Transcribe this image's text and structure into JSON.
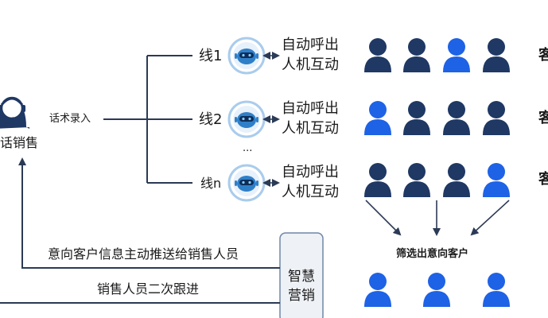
{
  "colors": {
    "person_dark": "#1f3864",
    "person_blue": "#1e62e6",
    "line": "#2b3a55",
    "robot_face": "#2f7fc8",
    "robot_ring": "#a9ccec",
    "box_fill": "#eef1f5",
    "box_border": "#6f87a8"
  },
  "agent": {
    "label": "话销售",
    "icon": "headset-agent-icon"
  },
  "script_input_label": "话术录入",
  "lines": [
    {
      "label": "线1",
      "action_line1": "自动呼出",
      "action_line2": "人机互动",
      "icon": "robot-icon",
      "customers": [
        "dark",
        "dark",
        "blue",
        "dark"
      ],
      "row_label": "客"
    },
    {
      "label": "线2",
      "action_line1": "自动呼出",
      "action_line2": "人机互动",
      "icon": "robot-icon",
      "customers": [
        "blue",
        "dark",
        "dark",
        "dark"
      ],
      "row_label": "客"
    },
    {
      "label": "线n",
      "action_line1": "自动呼出",
      "action_line2": "人机互动",
      "icon": "robot-icon",
      "customers": [
        "dark",
        "dark",
        "dark",
        "blue"
      ],
      "row_label": "客"
    }
  ],
  "ellipsis": "...",
  "filter_label": "筛选出意向客户",
  "intent_customers": [
    "blue",
    "blue",
    "blue"
  ],
  "smart_box": {
    "line1": "智慧",
    "line2": "营销"
  },
  "push_label": "意向客户信息主动推送给销售人员",
  "followup_label": "销售人员二次跟进"
}
